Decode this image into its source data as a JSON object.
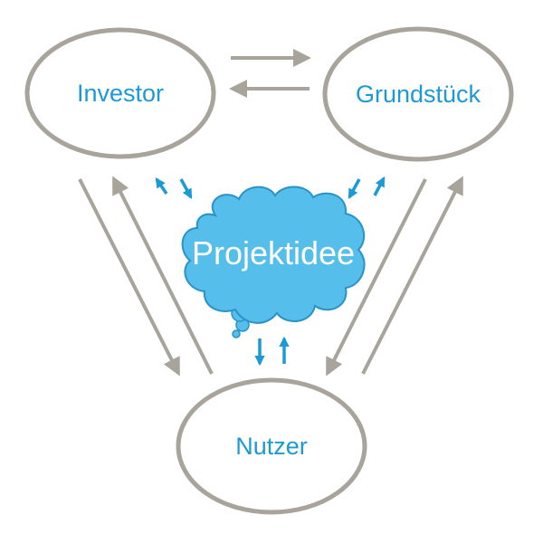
{
  "colors": {
    "outline": "#A8A39B",
    "text_blue": "#1C9AD6",
    "arrow_blue": "#1C9AD6",
    "cloud_fill": "#55BEEB",
    "cloud_stroke": "#2A93C6",
    "cloud_text": "#ffffff"
  },
  "nodes": {
    "investor": "Investor",
    "grundstueck": "Grundstück",
    "nutzer": "Nutzer"
  },
  "cloud": {
    "label": "Projektidee"
  }
}
